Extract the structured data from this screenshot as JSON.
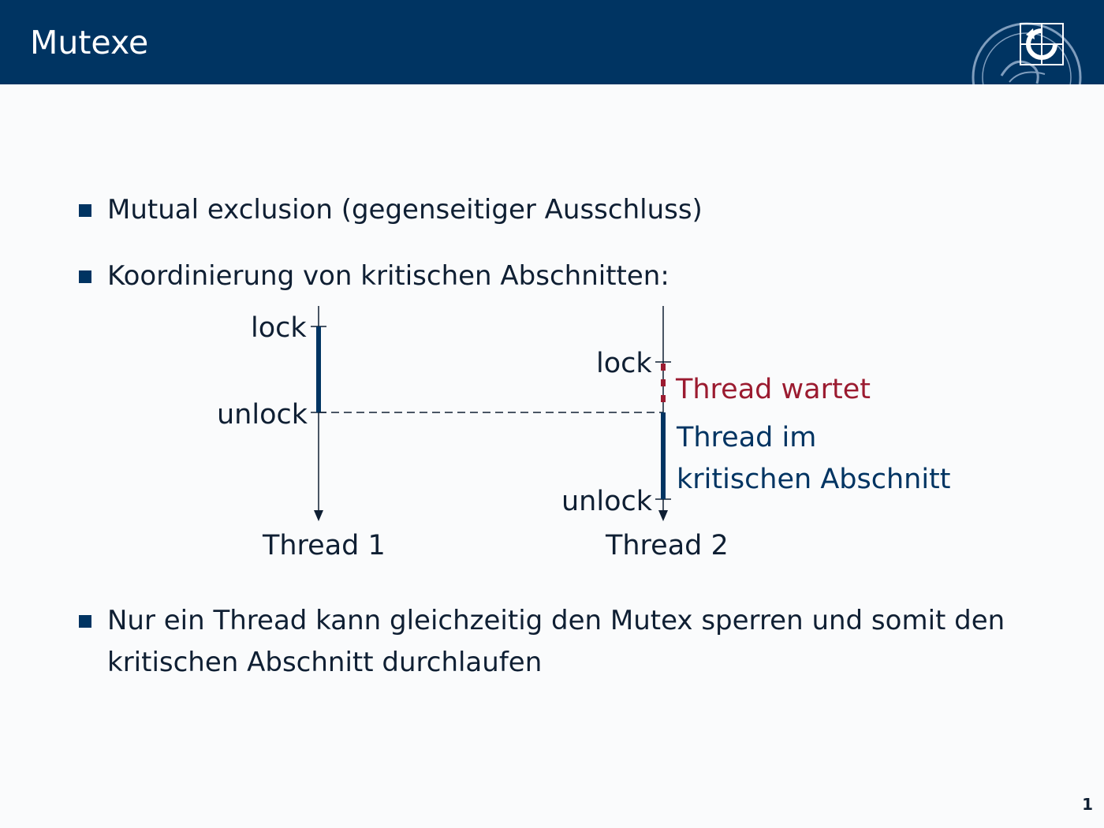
{
  "header": {
    "title": "Mutexe",
    "logo": "university-seal-logo"
  },
  "bullets": [
    {
      "text": "Mutual exclusion (gegenseitiger Ausschluss)"
    },
    {
      "text": "Koordinierung von kritischen Abschnitten:"
    },
    {
      "text_line1": "Nur ein Thread kann gleichzeitig den Mutex sperren und somit den",
      "text_line2": "kritischen Abschnitt durchlaufen"
    }
  ],
  "diagram": {
    "thread1": {
      "lock_label": "lock",
      "unlock_label": "unlock",
      "name": "Thread 1"
    },
    "thread2": {
      "lock_label": "lock",
      "unlock_label": "unlock",
      "name": "Thread 2",
      "waiting_label": "Thread wartet",
      "critical_label_line1": "Thread im",
      "critical_label_line2": "kritischen Abschnitt"
    },
    "colors": {
      "primary": "#003462",
      "waiting": "#9b1b30",
      "axis": "#0f1f33"
    }
  },
  "footer": {
    "page_number": "1"
  }
}
